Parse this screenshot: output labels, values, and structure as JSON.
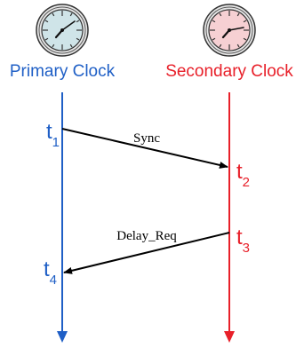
{
  "colors": {
    "primary": "#1f5fc6",
    "secondary": "#e8202a",
    "message": "#000000",
    "primary_face": "#cfe4e8",
    "secondary_face": "#f6d0d3"
  },
  "primary": {
    "label": "Primary Clock",
    "icon": "clock-icon",
    "t1": {
      "base": "t",
      "sub": "1"
    },
    "t4": {
      "base": "t",
      "sub": "4"
    }
  },
  "secondary": {
    "label": "Secondary Clock",
    "icon": "clock-icon",
    "t2": {
      "base": "t",
      "sub": "2"
    },
    "t3": {
      "base": "t",
      "sub": "3"
    }
  },
  "messages": {
    "sync": "Sync",
    "delay_req": "Delay_Req"
  }
}
